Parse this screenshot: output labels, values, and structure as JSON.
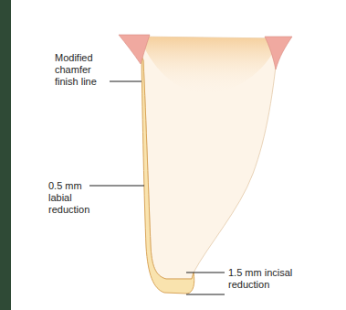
{
  "diagram": {
    "labels": [
      "Modified chamfer finish line",
      "0.5 mm labial reduction",
      "1.5 mm incisal reduction"
    ]
  }
}
